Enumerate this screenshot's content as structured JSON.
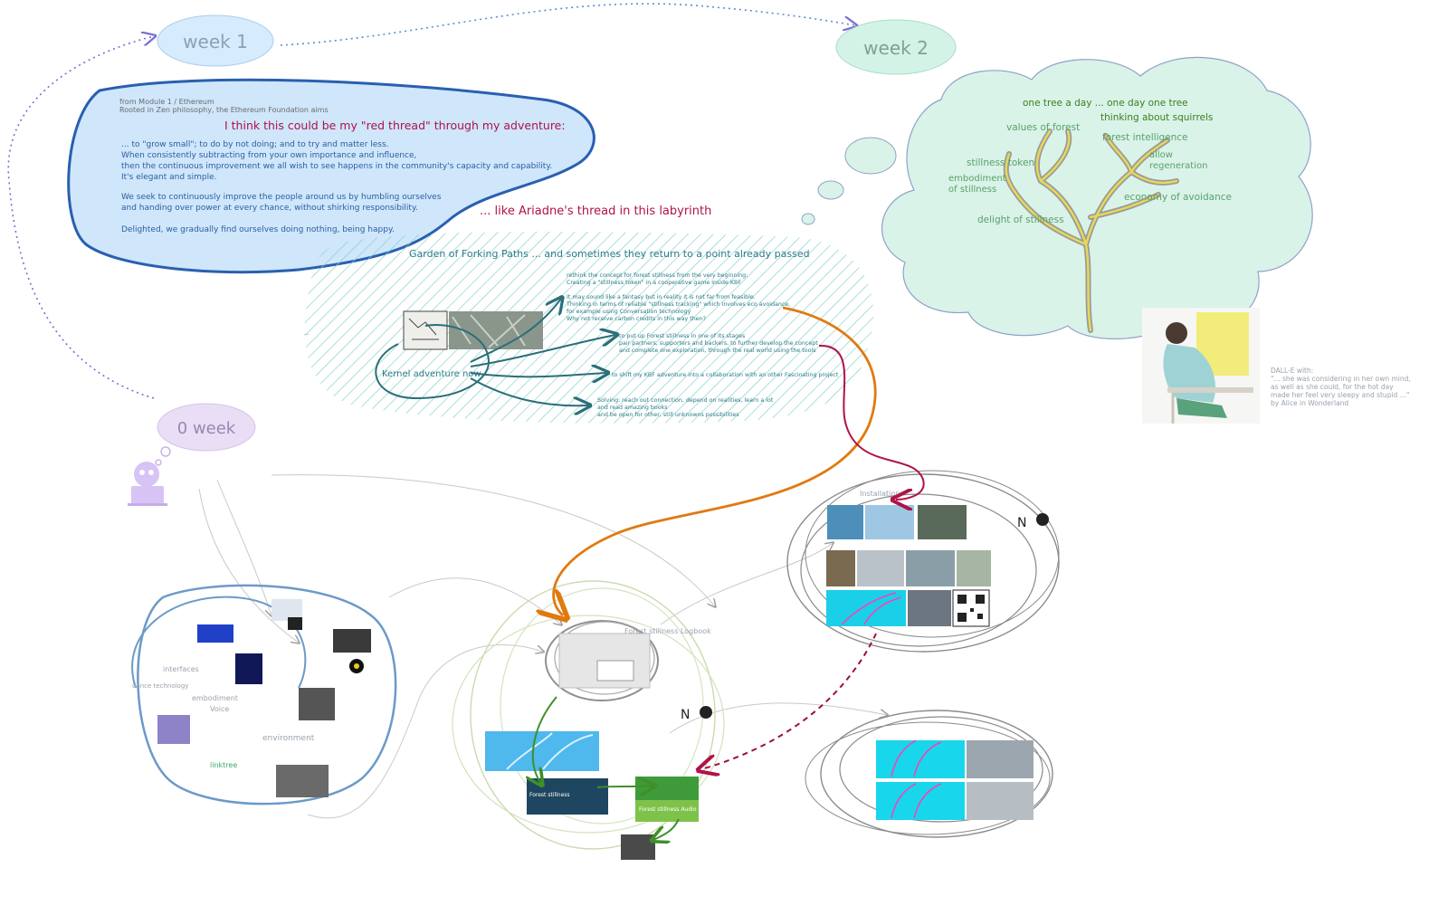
{
  "colors": {
    "bubble_blue": "#cfe6fb",
    "bubble_stroke": "#2a5fb0",
    "bubble_green": "#d9f3e8",
    "red_thread": "#b0124a",
    "orange_path": "#e07a10",
    "teal_path": "#2a6f79",
    "zero_week": "#e8ddf5"
  },
  "labels": {
    "week1": "week 1",
    "week2": "week 2",
    "week0": "0 week"
  },
  "quote": {
    "source1": "from Module 1 / Ethereum",
    "source2": "Rooted in Zen philosophy, the Ethereum Foundation aims",
    "headline": "I think this could be my \"red thread\" through my adventure:",
    "lines": [
      "... to \"grow small\"; to do by not doing; and to try and matter less.",
      "When consistently subtracting from your own importance and influence,",
      "then the continuous improvement we all wish to see happens in the community's capacity and capability.",
      "It's elegant and simple.",
      "We seek to continuously improve the people around us by humbling ourselves",
      "and handing over power at every chance, without shirking responsibility.",
      "Delighted, we gradually find ourselves doing nothing, being happy."
    ]
  },
  "ariadne": "... like Ariadne's thread in this labyrinth",
  "garden": {
    "title": "Garden of Forking Paths ... and sometimes they return to a point already passed",
    "kernel": "Kernel adventure now",
    "left_note": "...",
    "notes": [
      "rethink the concept for forest stillness from the very beginning:",
      "Creating a \"stillness token\" in a cooperative game inside KBF",
      "It may sound like a fantasy but in reality it is not far from feasible.",
      "Thinking in terms of reliable \"stillness tracking\" which involves eco avoidance,",
      "for example using Conversation technology",
      "Why not receive carbon credits in this way then?",
      "to put up Forest stillness in one of its stages",
      "pair partners, supporters and backers, to further develop the concept",
      "and complete one exploration, through the real world using the tools",
      "to shift my KBF adventure into a collaboration with an other Fascinating project",
      "Solving: reach out connection, depend on realities, learn a lot",
      "and read amazing books",
      "and be open for other, still unknowns possibilities"
    ]
  },
  "tree": {
    "top": "one tree a day ... one day one tree",
    "squirrels": "thinking about squirrels",
    "values": "values of forest",
    "intelligence": "forest intelligence",
    "token": "stillness token",
    "allow1": "allow",
    "allow2": "regeneration",
    "embodiment1": "embodiment",
    "embodiment2": "of stillness",
    "economy": "economy of avoidance",
    "delight": "delight of stillness"
  },
  "dalle": {
    "line1": "DALL-E with:",
    "line2": "\"... she was considering in her own mind,",
    "line3": "as well as she could, for the hot day",
    "line4": "made her feel very sleepy and stupid ...\"",
    "line5": "by Alice in Wonderland"
  },
  "clusters": {
    "interfaces": "interfaces",
    "embodiment": "embodiment",
    "voice": "Voice",
    "environment": "environment",
    "dance_tech": "dance technology",
    "linktree": "linktree",
    "logbook": "Forest stillness Logbook",
    "installation": "Installation",
    "n_logo": "N",
    "card_title": "Forest stillness",
    "card_body": "Forest stillness Audio"
  }
}
